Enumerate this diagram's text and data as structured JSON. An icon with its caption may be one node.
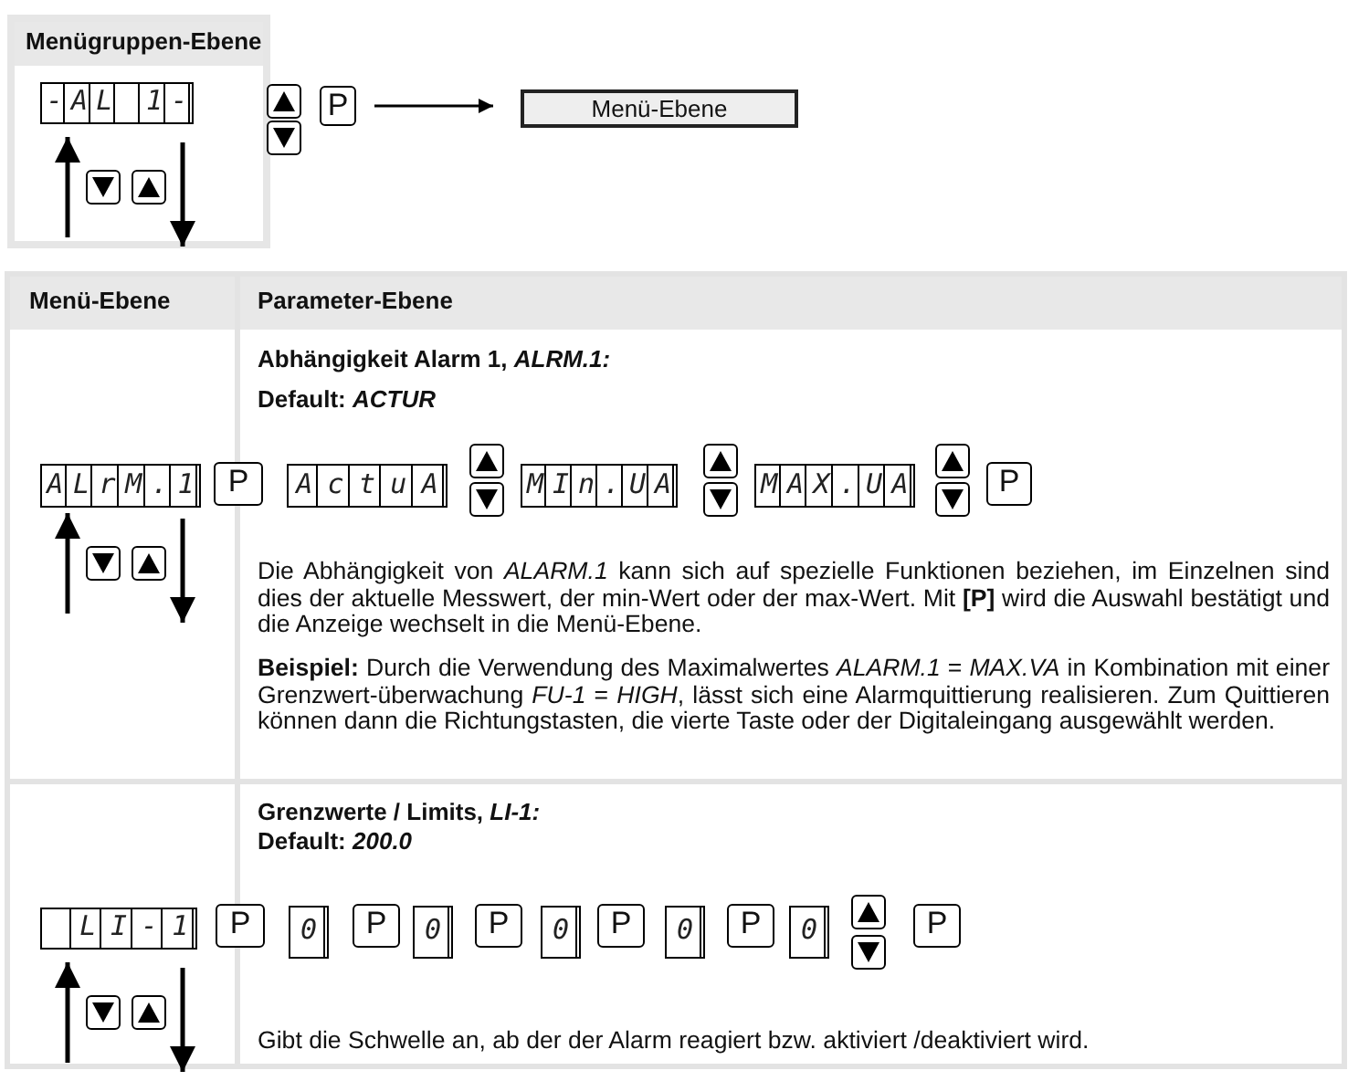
{
  "diagram": {
    "nodes": [
      {
        "text": [
          "P"
        ]
      },
      {
        "text": [
          "Menü-Ebene"
        ]
      }
    ],
    "edges": [
      {
        "from": 0,
        "to": 1,
        "arrow": "to"
      }
    ],
    "labels": [
      "Menügruppen-Ebene",
      "-AL 1-",
      "Menü-Ebene",
      "Parameter-Ebene",
      "Abhängigkeit Alarm 1, *ALRM.1:*",
      "Default: *ACTUR*",
      "ALrM.1",
      "P",
      "ActuA",
      "MIn.UA",
      "MAX.UA",
      "P",
      "Die Abhängigkeit von *ALARM.1* kann sich auf spezielle Funktionen beziehen, im Einzelnen sind dies der aktuelle Messwert, der min-Wert oder der max-Wert. Mit **[P]** wird die Auswahl bestätigt und die Anzeige wechselt in die Menü-Ebene.",
      "**Beispiel:** Durch die Verwendung des Maximalwertes *ALARM.1* = *MAX.VA* in Kombination mit einer Grenzwert-überwachung *FU-1* = *HIGH*, lässt sich eine Alarmquittierung realisieren. Zum Quittieren können dann die Richtungstasten, die vierte Taste oder der Digitaleingang ausgewählt werden.",
      "Grenzwerte / Limits, *LI-1:*",
      "Default: *200.0*",
      "LI-1",
      "P",
      "0",
      "P",
      "0",
      "P",
      "0",
      "P",
      "0",
      "P",
      "0",
      "P",
      "Gibt die Schwelle an, ab der der Alarm reagiert bzw. aktiviert /deaktiviert wird."
    ]
  }
}
